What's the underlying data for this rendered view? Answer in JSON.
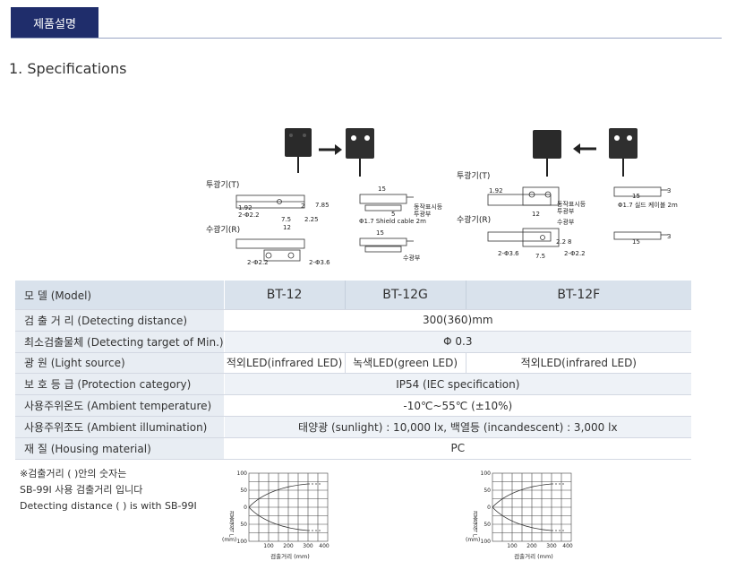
{
  "tab": {
    "label": "제품설명"
  },
  "heading": "1. Specifications",
  "figure": {
    "transmitter_label": "투광기(T)",
    "receiver_label": "수광기(R)",
    "left": {
      "dims": [
        "1.92",
        "2",
        "7.85",
        "2-Φ2.2",
        "7.5",
        "2.25",
        "12",
        "15",
        "5",
        "2-Φ2.2",
        "2-Φ3.6",
        "15"
      ],
      "callouts": [
        "동작표시등",
        "투광부",
        "Φ1.7 Shield cable 2m",
        "수광부"
      ]
    },
    "right": {
      "dims": [
        "1.92",
        "12",
        "15",
        "3",
        "2.2",
        "8",
        "2-Φ3.6",
        "7.5",
        "2-Φ2.2",
        "15",
        "3"
      ],
      "callouts": [
        "동작표시등",
        "투광부",
        "수광부",
        "Φ1.7 실드 케이블 2m"
      ]
    }
  },
  "table": {
    "header": {
      "label": "모        델 (Model)",
      "models": [
        "BT-12",
        "BT-12G",
        "BT-12F"
      ]
    },
    "rows": [
      {
        "label": "검 출  거 리 (Detecting distance)",
        "value": "300(360)mm"
      },
      {
        "label": "최소검출물체 (Detecting target of Min.)",
        "value": "Φ 0.3"
      },
      {
        "label": "광         원 (Light source)",
        "values": [
          "적외LED(infrared LED)",
          "녹색LED(green LED)",
          "적외LED(infrared LED)"
        ]
      },
      {
        "label": "보 호  등 급 (Protection category)",
        "value": "IP54 (IEC specification)"
      },
      {
        "label": "사용주위온도 (Ambient temperature)",
        "value": "-10℃~55℃ (±10%)"
      },
      {
        "label": "사용주위조도 (Ambient illumination)",
        "value": "태양광 (sunlight) : 10,000 lx, 백열등 (incandescent) : 3,000 lx"
      },
      {
        "label": "재         질 (Housing material)",
        "value": "PC"
      }
    ]
  },
  "note": {
    "lines": [
      "※검출거리 (   )안의 숫자는",
      "SB-99I 사용 검출거리 입니다",
      "Detecting distance (   ) is with SB-99I"
    ]
  },
  "graphs": [
    {
      "y_ticks": [
        "100",
        "50",
        "0",
        "50",
        "100"
      ],
      "x_ticks": [
        "100",
        "200",
        "300",
        "400"
      ],
      "y_label": "검출영역 L",
      "y_unit": "(mm)",
      "x_label": "검출거리 (mm)"
    },
    {
      "y_ticks": [
        "100",
        "50",
        "0",
        "50",
        "100"
      ],
      "x_ticks": [
        "100",
        "200",
        "300",
        "400"
      ],
      "y_label": "검출영역 L",
      "y_unit": "(mm)",
      "x_label": "검출거리 (mm)"
    }
  ]
}
